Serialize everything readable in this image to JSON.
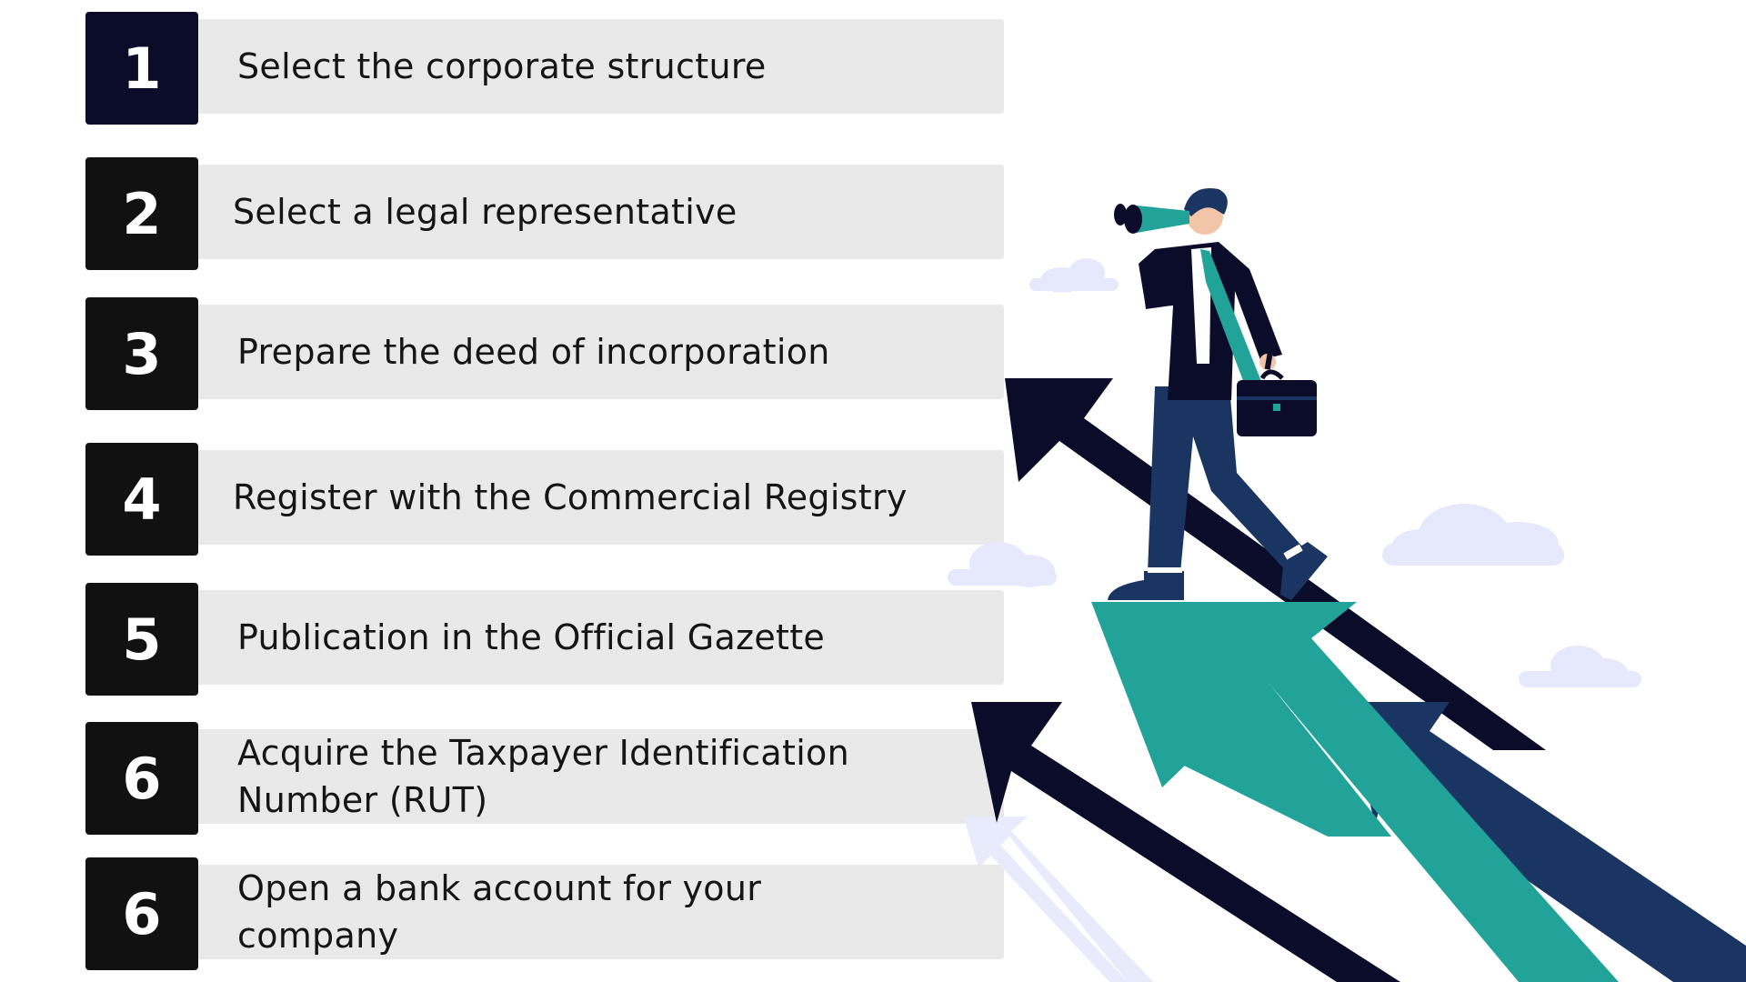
{
  "steps": [
    {
      "number": "1",
      "text": "Select the corporate structure"
    },
    {
      "number": "2",
      "text": "Select a legal representative"
    },
    {
      "number": "3",
      "text": "Prepare the deed of incorporation"
    },
    {
      "number": "4",
      "text": "Register with the Commercial Registry"
    },
    {
      "number": "5",
      "text": "Publication in the Official Gazette"
    },
    {
      "number": "6",
      "text": "Acquire the Taxpayer Identification Number (RUT)"
    },
    {
      "number": "6",
      "text": "Open a bank account for your company"
    }
  ],
  "colors": {
    "number_box": "#111111",
    "first_number_box": "#0b0c2a",
    "step_bar": "#e9e9e9",
    "arrow_dark": "#0b0c2a",
    "arrow_teal": "#22a39a",
    "arrow_navy": "#1b3563",
    "arrow_pale": "#e8ebfb",
    "cloud": "#e6e9fb"
  }
}
